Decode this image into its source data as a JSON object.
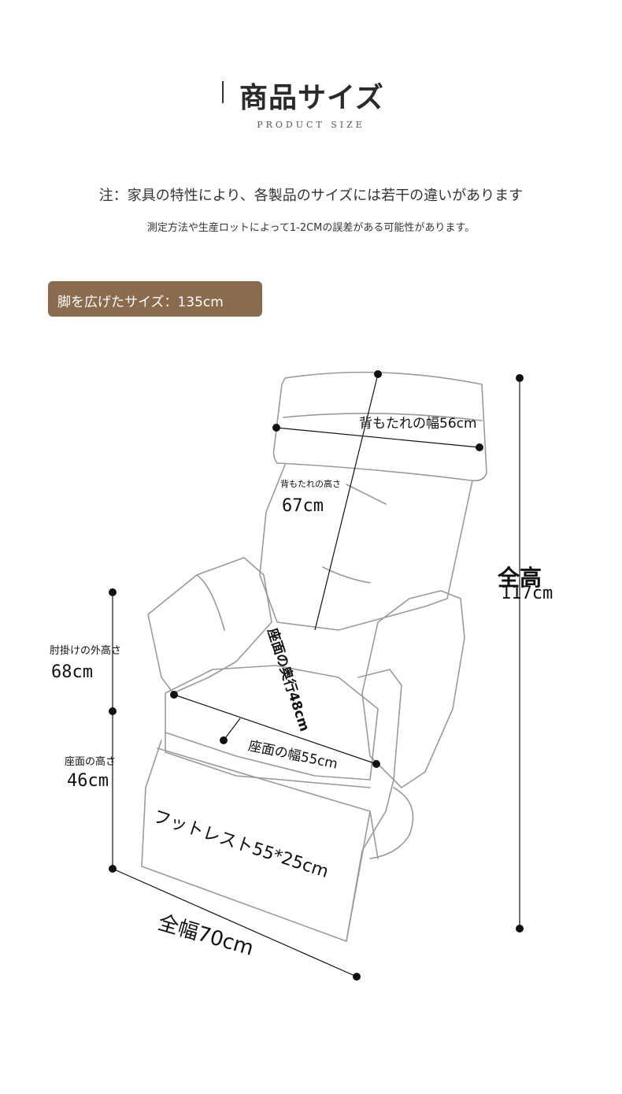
{
  "header": {
    "title": "商品サイズ",
    "subtitle": "PRODUCT SIZE"
  },
  "notes": {
    "line1": "注：家具の特性により、各製品のサイズには若干の違いがあります",
    "line2": "測定方法や生産ロットによって1-2CMの誤差がある可能性があります。"
  },
  "badge": {
    "text": "脚を広げたサイズ：135cm"
  },
  "dimensions": {
    "backrest_width": "背もたれの幅56cm",
    "backrest_height_label": "背もたれの高さ",
    "backrest_height_value": "67cm",
    "total_height_label": "全高",
    "total_height_value": "117cm",
    "armrest_height_label": "肘掛けの外高さ",
    "armrest_height_value": "68cm",
    "seat_height_label": "座面の高さ",
    "seat_height_value": "46cm",
    "seat_depth": "座面の奥行48cm",
    "seat_width": "座面の幅55cm",
    "footrest": "フットレスト55*25cm",
    "total_width": "全幅70cm"
  },
  "colors": {
    "badge_bg": "#8a6b4e",
    "line": "#111111",
    "sketch": "#9a9a9a"
  }
}
